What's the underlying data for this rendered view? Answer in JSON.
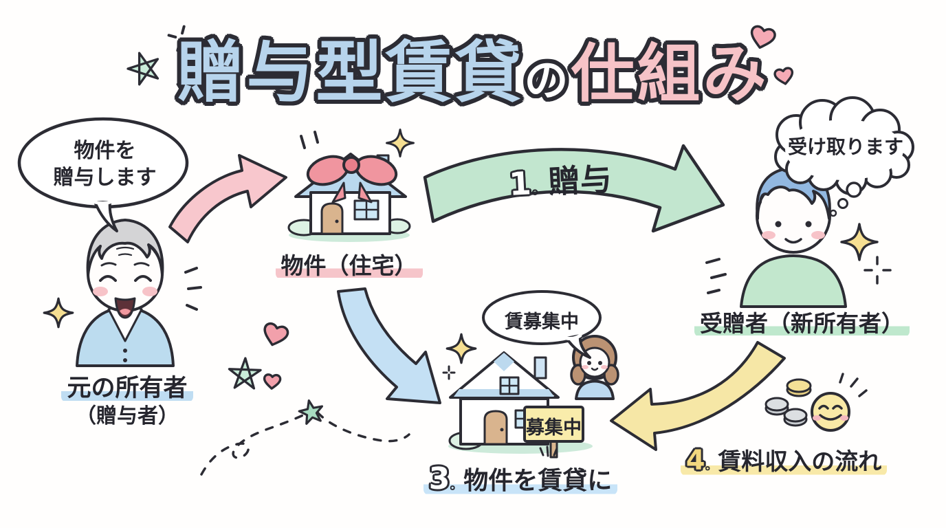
{
  "title": {
    "main_blue": "贈与型賃貸",
    "particle": "の",
    "main_pink": "仕組み"
  },
  "giver": {
    "speech_line1": "物件を",
    "speech_line2": "贈与します",
    "name": "元の所有者",
    "role": "（贈与者）"
  },
  "property": {
    "label": "物件（住宅）"
  },
  "receiver": {
    "thought": "受け取ります",
    "name": "受贈者（新所有者）"
  },
  "rental": {
    "speech": "賃募集中",
    "sign": "募集中"
  },
  "steps": {
    "gift": {
      "num": "1",
      "dot": "。",
      "label": "贈与"
    },
    "rent": {
      "num": "3",
      "dot": "。",
      "label": "物件を賃貸に"
    },
    "income": {
      "num": "4",
      "dot": "。",
      "label": "賃料収入の流れ"
    }
  },
  "colors": {
    "outline": "#2c2c34",
    "title_blue": "#b7d4ec",
    "title_pink": "#f6c3c7",
    "arrow_pink": "#f8c7cd",
    "arrow_green": "#c2e6cf",
    "arrow_blue": "#c4e0f4",
    "arrow_yellow": "#f6e7a6",
    "highlight_blue": "#bfddf2",
    "highlight_pink": "#f6c5ca",
    "highlight_green": "#bfe8cd",
    "highlight_lightblue": "#c8e4f8",
    "highlight_yellow": "#f8e9a8",
    "sign_yellow": "#f9ecab"
  }
}
